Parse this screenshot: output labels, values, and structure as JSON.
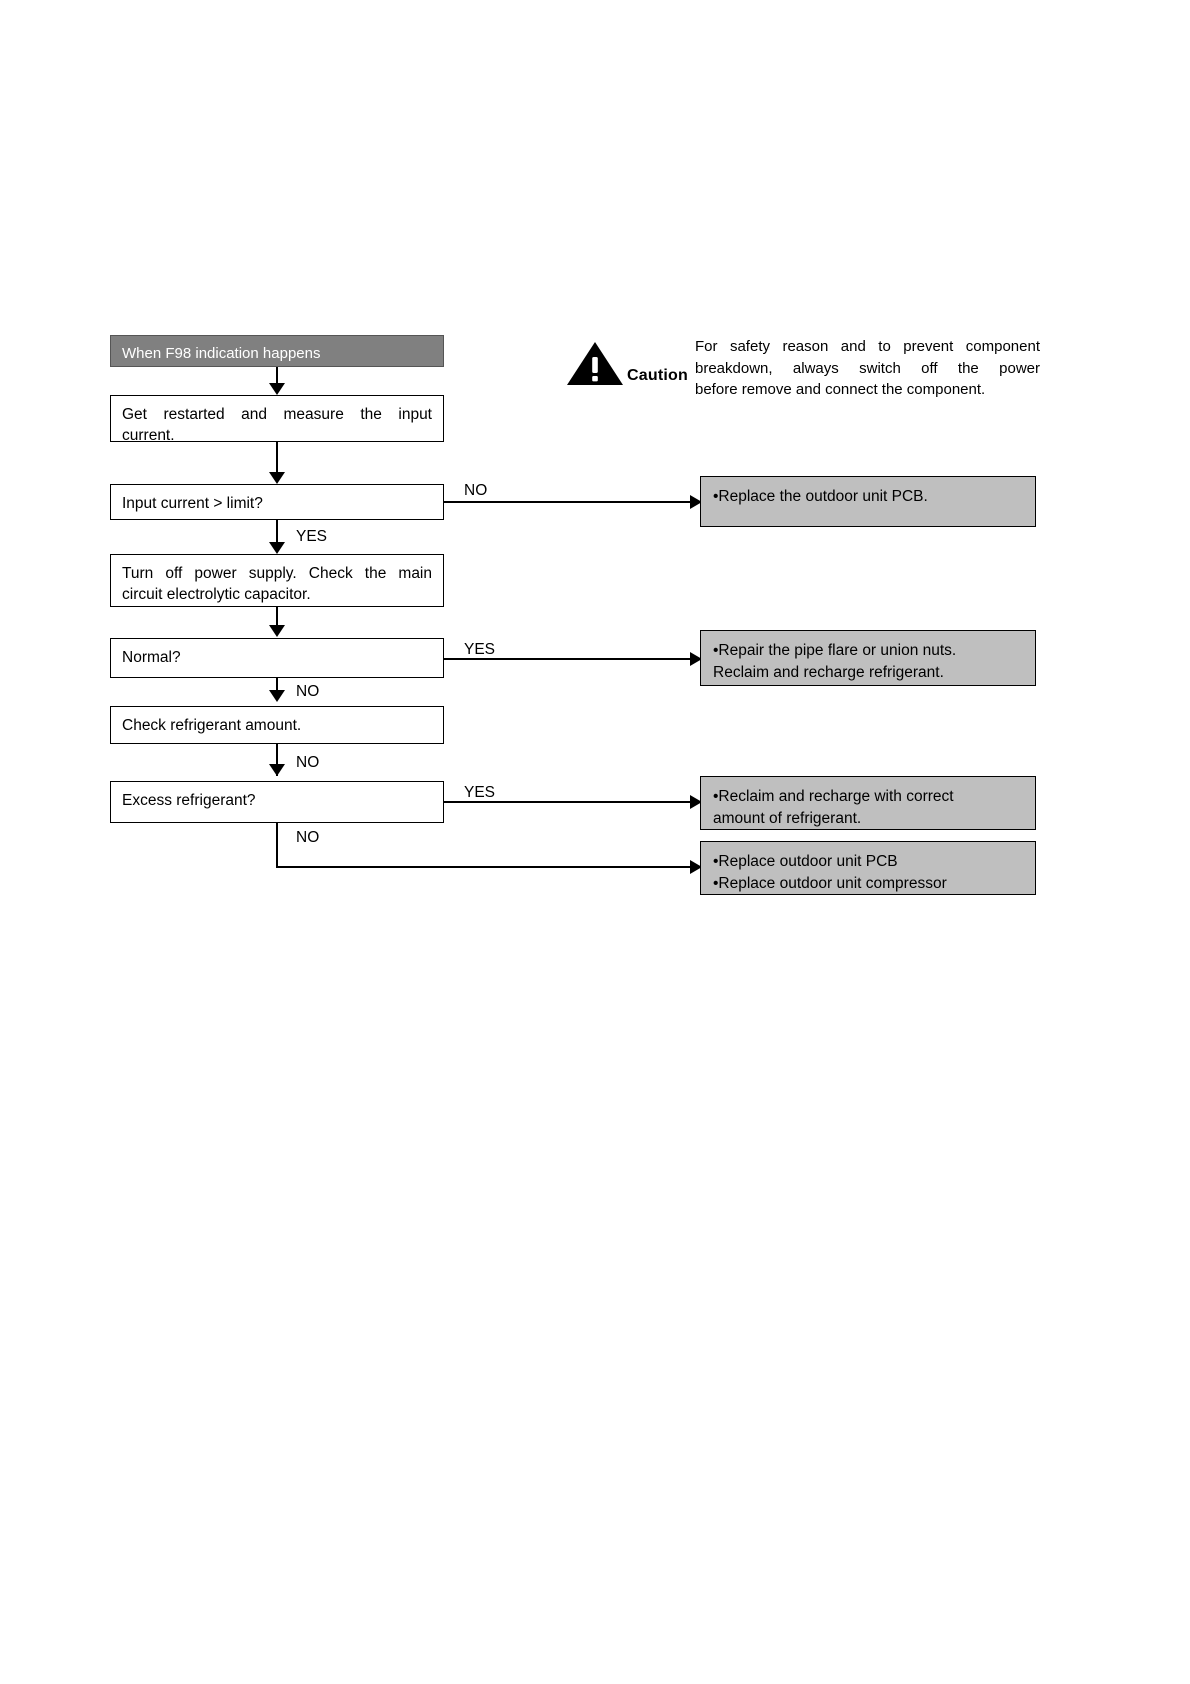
{
  "document": {
    "type": "troubleshooting-flowchart",
    "page_background": "#ffffff"
  },
  "colors": {
    "header_fill": "#808080",
    "header_text": "#ffffff",
    "action_fill": "#bfbfbf",
    "box_fill": "#ffffff",
    "line": "#000000"
  },
  "caution": {
    "icon": "warning-triangle-icon",
    "label": "Caution",
    "line1": "For safety reason and to prevent component",
    "line2": "breakdown, always switch off the power",
    "line3": "before remove and connect the component."
  },
  "flow": {
    "header": {
      "label": "When F98 indication happens"
    },
    "steps": [
      {
        "id": "get-restarted",
        "line1": "Get restarted and measure the input",
        "line2": "current."
      },
      {
        "id": "input-current-limit",
        "line1": "Input current > limit?"
      },
      {
        "id": "turn-off-power",
        "line1": "Turn off power supply. Check the main",
        "line2": "circuit electrolytic capacitor."
      },
      {
        "id": "normal",
        "line1": "Normal?"
      },
      {
        "id": "check-refrigerant",
        "line1": "Check refrigerant amount."
      },
      {
        "id": "excess-refrigerant",
        "line1": "Excess refrigerant?"
      }
    ],
    "branch_labels": {
      "input_current_no": "NO",
      "input_current_yes": "YES",
      "normal_yes": "YES",
      "normal_no": "NO",
      "check_refrigerant_no": "NO",
      "excess_yes": "YES",
      "excess_no": "NO"
    },
    "actions": [
      {
        "id": "replace-outdoor-pcb",
        "line1": "•Replace the outdoor unit PCB."
      },
      {
        "id": "repair-pipe-flare",
        "line1": "•Repair the pipe flare or union nuts.",
        "line2": "Reclaim and recharge refrigerant."
      },
      {
        "id": "reclaim-recharge-correct",
        "line1": "•Reclaim and recharge with correct",
        "line2": "amount of refrigerant."
      },
      {
        "id": "replace-pcb-compressor",
        "line1": "•Replace outdoor unit PCB",
        "line2": "•Replace outdoor unit compressor"
      }
    ]
  }
}
